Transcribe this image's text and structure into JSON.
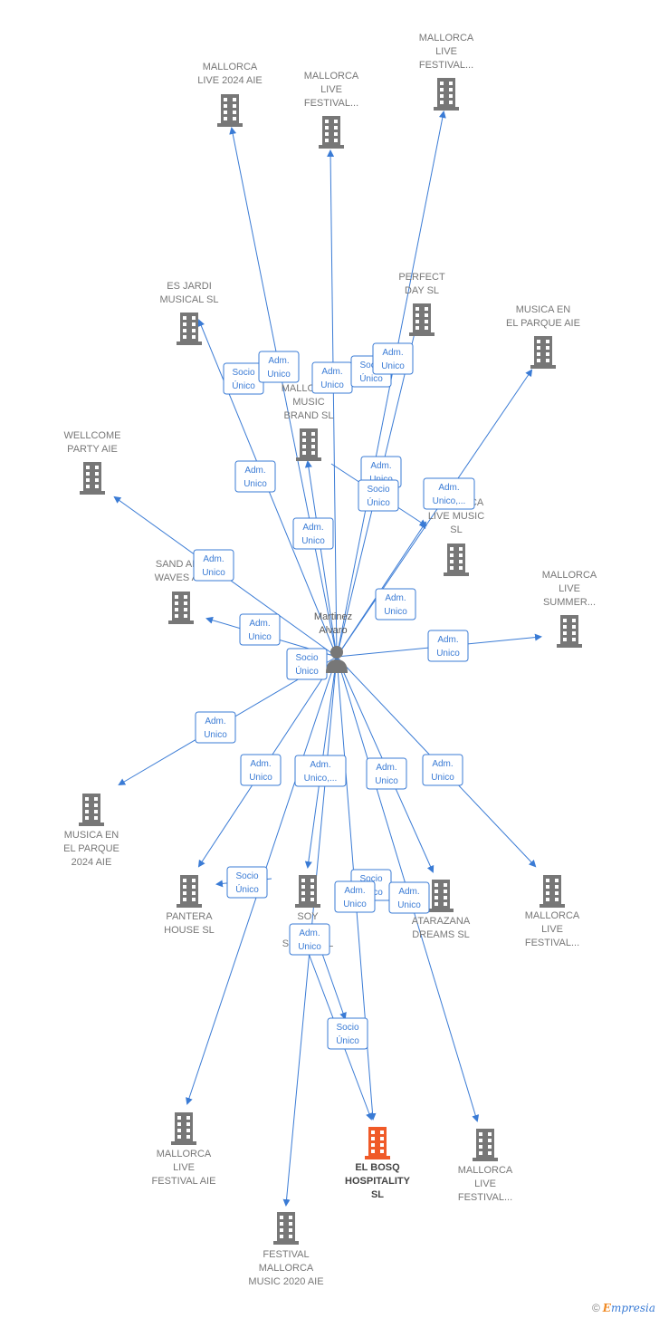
{
  "person": {
    "name_lines": [
      "Martinez",
      "Alvaro"
    ]
  },
  "colors": {
    "edge": "#3a7bd5",
    "company": "#777777",
    "highlight": "#f05a28",
    "person": "#777777"
  },
  "nodes": [
    {
      "id": "mallorca-live-2024-aie",
      "lines": [
        "MALLORCA",
        "LIVE 2024 AIE"
      ]
    },
    {
      "id": "mallorca-live-festival-1",
      "lines": [
        "MALLORCA",
        "LIVE",
        "FESTIVAL..."
      ]
    },
    {
      "id": "mallorca-live-festival-2",
      "lines": [
        "MALLORCA",
        "LIVE",
        "FESTIVAL..."
      ]
    },
    {
      "id": "es-jardi-musical",
      "lines": [
        "ES JARDI",
        "MUSICAL  SL"
      ]
    },
    {
      "id": "perfect-day",
      "lines": [
        "PERFECT",
        "DAY  SL"
      ]
    },
    {
      "id": "musica-en-el-parque",
      "lines": [
        "MUSICA EN",
        "EL PARQUE AIE"
      ]
    },
    {
      "id": "mallorca-music-brand",
      "lines": [
        "MALLORCA",
        "MUSIC",
        "BRAND  SL"
      ]
    },
    {
      "id": "wellcome-party",
      "lines": [
        "WELLCOME",
        "PARTY AIE"
      ]
    },
    {
      "id": "mallorca-live-music",
      "lines": [
        "MALLORCA",
        "LIVE MUSIC",
        "SL"
      ]
    },
    {
      "id": "sand-and-waves",
      "lines": [
        "SAND AND",
        "WAVES AIE"
      ]
    },
    {
      "id": "mallorca-live-summer",
      "lines": [
        "MALLORCA",
        "LIVE",
        "SUMMER..."
      ]
    },
    {
      "id": "musica-en-el-parque-2024",
      "lines": [
        "MUSICA EN",
        "EL PARQUE",
        "2024 AIE"
      ]
    },
    {
      "id": "pantera-house",
      "lines": [
        "PANTERA",
        "HOUSE  SL"
      ]
    },
    {
      "id": "soy-party-social",
      "lines": [
        "SOY",
        "PARTY",
        "SOCIAL  SL"
      ]
    },
    {
      "id": "atarazana-dreams",
      "lines": [
        "ATARAZANA",
        "DREAMS  SL"
      ]
    },
    {
      "id": "mallorca-live-festival-3",
      "lines": [
        "MALLORCA",
        "LIVE",
        "FESTIVAL..."
      ]
    },
    {
      "id": "mallorca-live-festival-aie",
      "lines": [
        "MALLORCA",
        "LIVE",
        "FESTIVAL AIE"
      ]
    },
    {
      "id": "el-bosq-hospitality",
      "lines": [
        "EL BOSQ",
        "HOSPITALITY",
        "SL"
      ],
      "highlight": true
    },
    {
      "id": "mallorca-live-festival-4",
      "lines": [
        "MALLORCA",
        "LIVE",
        "FESTIVAL..."
      ]
    },
    {
      "id": "festival-mallorca-music-2020",
      "lines": [
        "FESTIVAL",
        "MALLORCA",
        "MUSIC 2020 AIE"
      ]
    }
  ],
  "edge_labels": [
    {
      "lines": [
        "Socio",
        "Único"
      ]
    },
    {
      "lines": [
        "Adm.",
        "Unico"
      ]
    },
    {
      "lines": [
        "Adm.",
        "Unico"
      ]
    },
    {
      "lines": [
        "Socio",
        "Único"
      ]
    },
    {
      "lines": [
        "Adm.",
        "Unico"
      ]
    },
    {
      "lines": [
        "Adm.",
        "Unico"
      ]
    },
    {
      "lines": [
        "Adm.",
        "Unico"
      ]
    },
    {
      "lines": [
        "Socio",
        "Único"
      ]
    },
    {
      "lines": [
        "Adm.",
        "Unico"
      ]
    },
    {
      "lines": [
        "Adm.",
        "Unico,..."
      ]
    },
    {
      "lines": [
        "Adm.",
        "Unico"
      ]
    },
    {
      "lines": [
        "Adm.",
        "Unico"
      ]
    },
    {
      "lines": [
        "Adm.",
        "Unico"
      ]
    },
    {
      "lines": [
        "Adm.",
        "Unico"
      ]
    },
    {
      "lines": [
        "Socio",
        "Único"
      ]
    },
    {
      "lines": [
        "Adm.",
        "Unico"
      ]
    },
    {
      "lines": [
        "Adm.",
        "Unico"
      ]
    },
    {
      "lines": [
        "Adm.",
        "Unico,..."
      ]
    },
    {
      "lines": [
        "Adm.",
        "Unico"
      ]
    },
    {
      "lines": [
        "Adm.",
        "Unico"
      ]
    },
    {
      "lines": [
        "Socio",
        "Único"
      ]
    },
    {
      "lines": [
        "Socio",
        "Único"
      ]
    },
    {
      "lines": [
        "Adm.",
        "Unico"
      ]
    },
    {
      "lines": [
        "Adm.",
        "Unico"
      ]
    },
    {
      "lines": [
        "Adm.",
        "Unico"
      ]
    },
    {
      "lines": [
        "Socio",
        "Único"
      ]
    }
  ],
  "footer": {
    "copyright": "©",
    "brand_initial": "E",
    "brand_rest": "mpresia"
  }
}
